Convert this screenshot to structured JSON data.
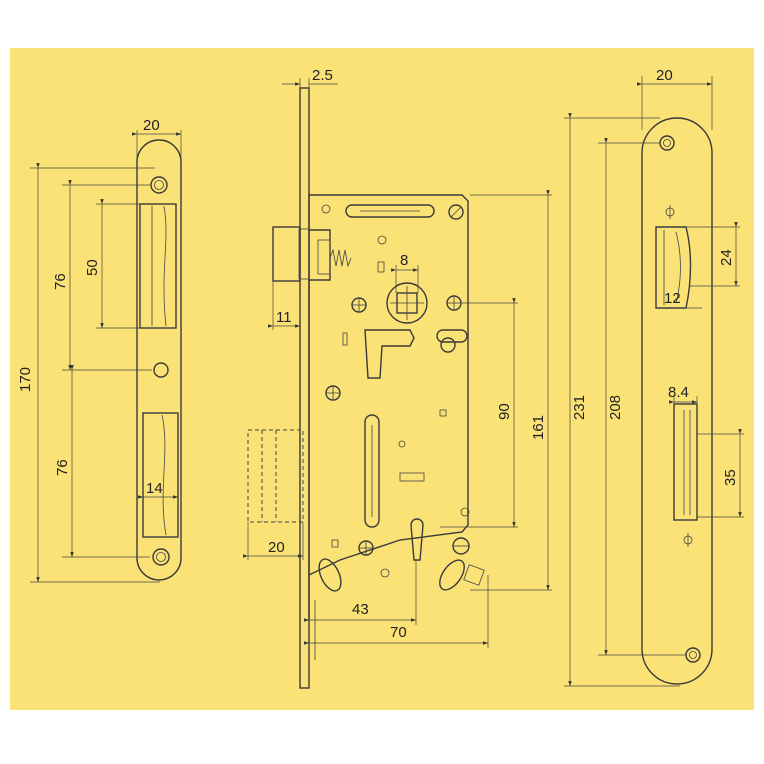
{
  "colors": {
    "background": "#fbe276",
    "outer": "#ffffff",
    "line": "#3a3a3a"
  },
  "dimensions": {
    "faceplate": {
      "width": "20",
      "overall": "170",
      "hole_upper": "76",
      "hole_lower": "76",
      "cutout": "50",
      "cutout_width": "14"
    },
    "lock_body": {
      "plate_thickness": "2.5",
      "latch_offset": "11",
      "bolt_width": "20",
      "spindle": "8",
      "centre_distance": "90",
      "height": "161",
      "backset": "43",
      "depth": "70"
    },
    "strike_plate": {
      "width": "20",
      "overall": "231",
      "holes": "208",
      "latch_height": "24",
      "latch_width": "12",
      "bolt_width": "8.4",
      "bolt_height": "35"
    }
  }
}
